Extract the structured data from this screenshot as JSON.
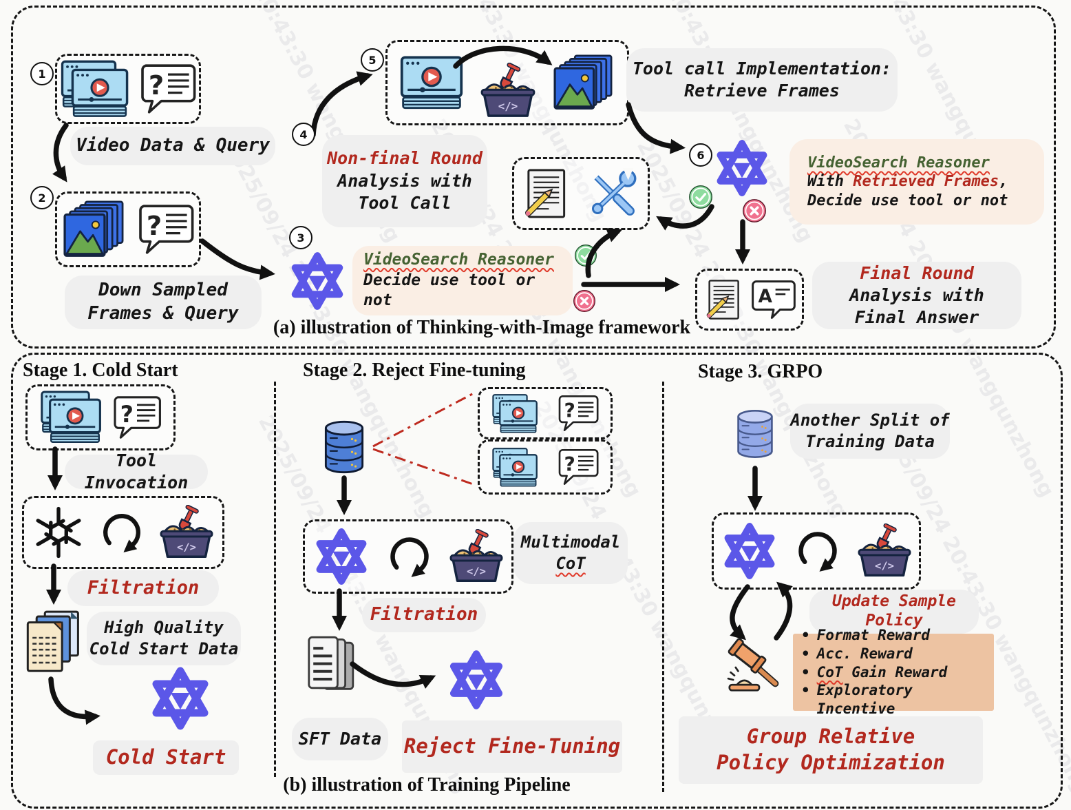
{
  "glyphs": {
    "question": "?",
    "code": "</>",
    "answer": "A",
    "bullet": "•"
  },
  "watermark": {
    "text": "2025/09/24 20:43:30 wangqunzhong"
  },
  "colors": {
    "accent_purple": "#5B57E8",
    "label_red": "#B2281E",
    "reasoner_green": "#456232",
    "peach_bg": "#FAEEE4",
    "pill_gray": "#EFEFEF",
    "reward_box_bg": "#EDC3A2",
    "dashdot_red": "#BE2B20"
  },
  "panel_a": {
    "caption": "(a) illustration of Thinking-with-Image framework",
    "badges": {
      "s1": "1",
      "s2": "2",
      "s3": "3",
      "s4": "4",
      "s5": "5",
      "s6": "6"
    },
    "video_data_query": "Video Data & Query",
    "down_sampled": {
      "l1": "Down Sampled",
      "l2": "Frames & Query"
    },
    "non_final": {
      "l1": "Non-final Round",
      "l2": "Analysis with",
      "l3": "Tool Call"
    },
    "tool_call_impl": {
      "l1": "Tool call Implementation:",
      "l2": "Retrieve Frames"
    },
    "reasoner3": {
      "title": "VideoSearch Reasoner",
      "l2": "Decide use tool or not"
    },
    "reasoner6": {
      "title": "VideoSearch Reasoner",
      "l2_a": "With ",
      "l2_b": "Retrieved Frames",
      "l2_c": ",",
      "l3": "Decide use tool or not"
    },
    "final_round": {
      "l1": "Final Round",
      "l2": "Analysis with",
      "l3": "Final Answer"
    }
  },
  "panel_b": {
    "caption": "(b) illustration of Training Pipeline",
    "stage1": {
      "header": "Stage 1. Cold Start",
      "tool_invocation": "Tool Invocation",
      "filtration": "Filtration",
      "high_quality": {
        "l1": "High Quality",
        "l2": "Cold Start Data"
      },
      "cold_start": "Cold Start"
    },
    "stage2": {
      "header": "Stage 2. Reject Fine-tuning",
      "multimodal": {
        "l1": "Multimodal",
        "l2": "CoT"
      },
      "filtration": "Filtration",
      "sft_data": "SFT Data",
      "reject": "Reject Fine-Tuning"
    },
    "stage3": {
      "header": "Stage 3. GRPO",
      "another_split": {
        "l1": "Another Split of",
        "l2": "Training Data"
      },
      "update_policy": {
        "l1": "Update Sample",
        "l2": "Policy"
      },
      "rewards": {
        "r1": "Format Reward",
        "r2": "Acc. Reward",
        "r3_a": "CoT",
        "r3_b": " Gain Reward",
        "r4": "Exploratory Incentive"
      },
      "grpo": {
        "l1": "Group Relative",
        "l2": "Policy Optimization"
      }
    }
  }
}
